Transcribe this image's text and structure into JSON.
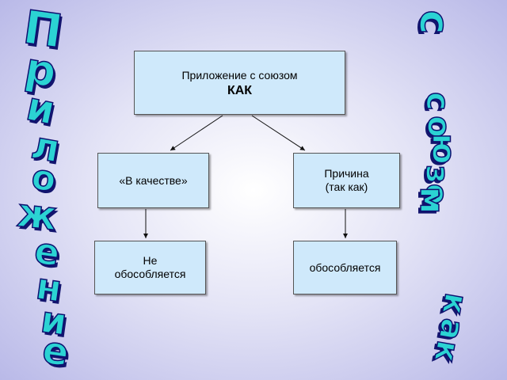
{
  "diagram": {
    "root": {
      "line1": "Приложение с союзом",
      "line2": "КАК"
    },
    "left": {
      "label": "«В качестве»"
    },
    "right": {
      "line1": "Причина",
      "line2": "(так  как)"
    },
    "bottom_left": {
      "line1": "Не",
      "line2": "обособляется"
    },
    "bottom_right": {
      "label": "обособляется"
    }
  },
  "wordart_left": [
    "П",
    "р",
    "и",
    "л",
    "о",
    "ж",
    "е",
    "н",
    "и",
    "е"
  ],
  "wordart_right_top": [
    "с"
  ],
  "wordart_right_mid": [
    "с",
    "о",
    "ю",
    "з",
    "о",
    "м"
  ],
  "wordart_right_bottom": [
    "к",
    "а",
    "к"
  ],
  "colors": {
    "box_fill": "#cfe9fb",
    "wordart_fill": "#2bd3d3",
    "wordart_outline": "#0d1070"
  }
}
